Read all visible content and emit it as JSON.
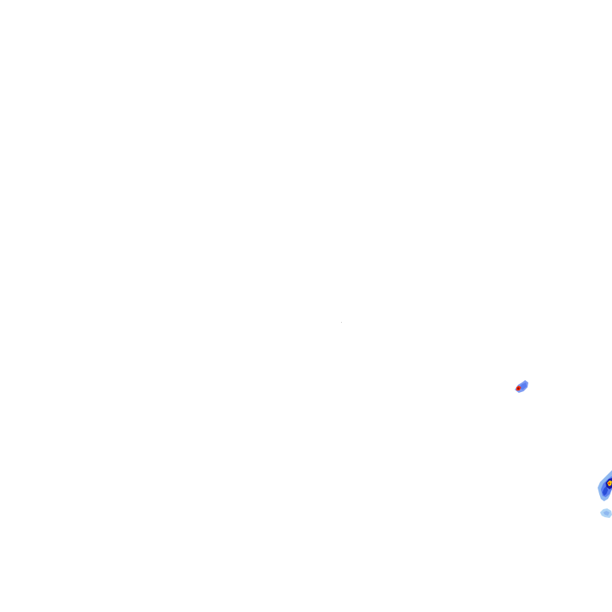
{
  "map": {
    "background_color": "#ffffff",
    "precipitation_palette": {
      "very_light": "#aed4f5",
      "light": "#8fb8f0",
      "moderate": "#5b7ef0",
      "heavy": "#2a4fd8",
      "very_heavy": "#1a1aa0",
      "intense": "#ff2a00",
      "extreme": "#ffd400",
      "core": "#7a1010"
    },
    "cells": [
      {
        "id": "cell-east",
        "intensity": "intense"
      },
      {
        "id": "cell-southeast",
        "intensity": "extreme"
      },
      {
        "id": "cell-southeast-trail",
        "intensity": "very_light"
      }
    ]
  }
}
